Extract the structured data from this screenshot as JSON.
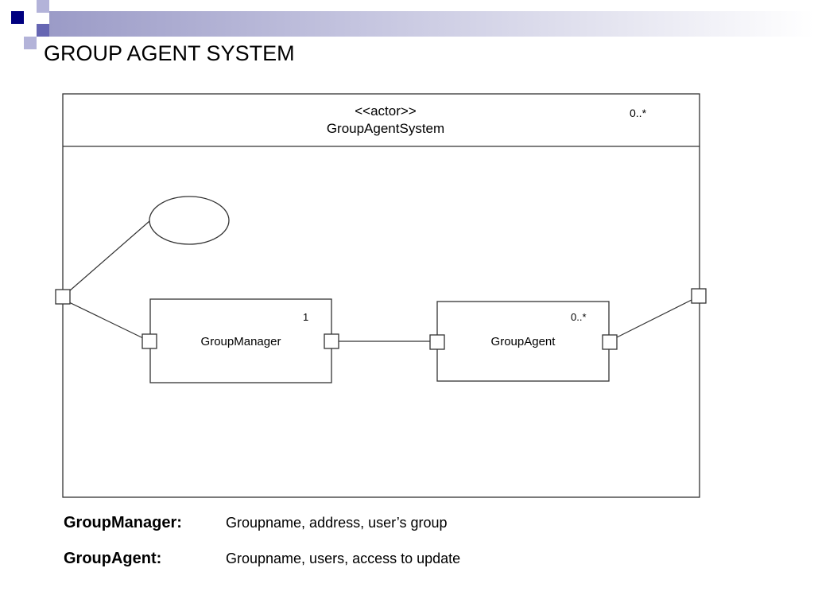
{
  "slide": {
    "title": "GROUP AGENT SYSTEM"
  },
  "colors": {
    "accent_dark": "#000080",
    "accent_mid": "#6666b3",
    "accent_light": "#b3b3d9"
  },
  "diagram": {
    "system": {
      "stereotype": "<<actor>>",
      "name": "GroupAgentSystem",
      "multiplicity": "0..*"
    },
    "parts": [
      {
        "name": "GroupManager",
        "multiplicity": "1"
      },
      {
        "name": "GroupAgent",
        "multiplicity": "0..*"
      }
    ]
  },
  "legend": [
    {
      "term": "GroupManager:",
      "description": "Groupname, address, user’s group"
    },
    {
      "term": "GroupAgent:",
      "description": "Groupname, users, access to update"
    }
  ]
}
